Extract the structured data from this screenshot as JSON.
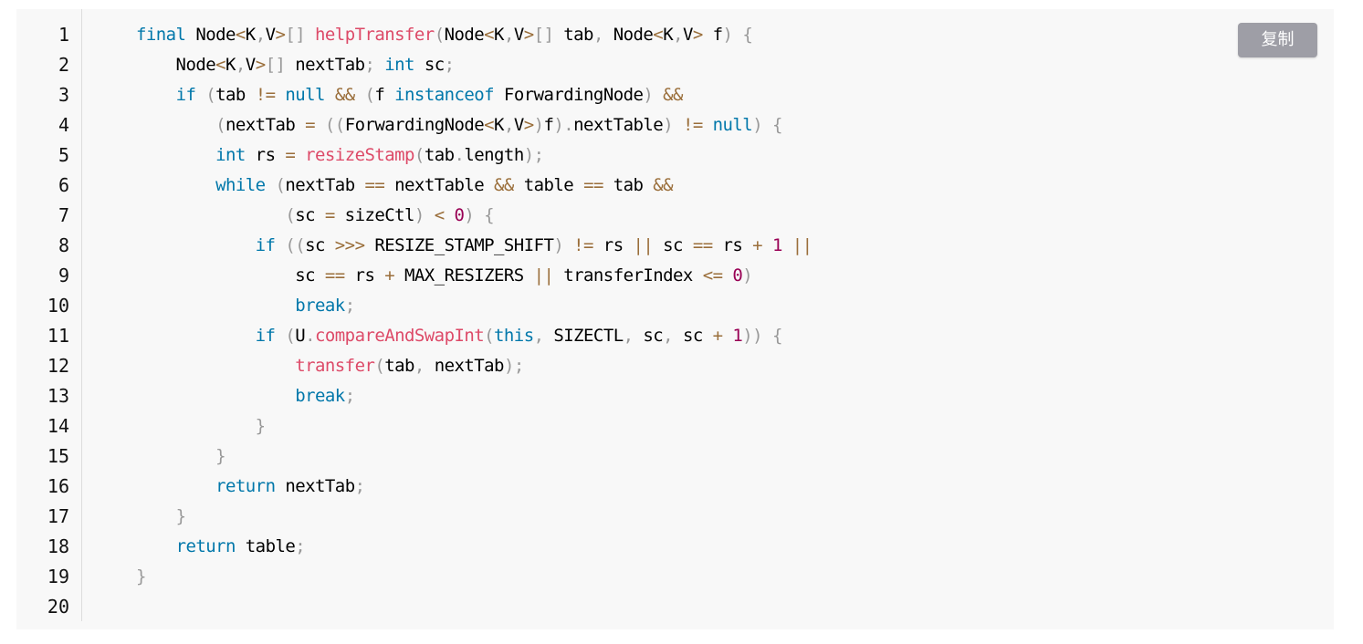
{
  "copy_button": {
    "label": "复制"
  },
  "line_numbers": [
    "1",
    "2",
    "3",
    "4",
    "5",
    "6",
    "7",
    "8",
    "9",
    "10",
    "11",
    "12",
    "13",
    "14",
    "15",
    "16",
    "17",
    "18",
    "19",
    "20"
  ],
  "code_lines": [
    [
      [
        "kw",
        "final"
      ],
      [
        "t",
        " Node"
      ],
      [
        "op",
        "<"
      ],
      [
        "t",
        "K"
      ],
      [
        "pu",
        ","
      ],
      [
        "t",
        "V"
      ],
      [
        "op",
        ">"
      ],
      [
        "pu",
        "[]"
      ],
      [
        "t",
        " "
      ],
      [
        "fn",
        "helpTransfer"
      ],
      [
        "pu",
        "("
      ],
      [
        "t",
        "Node"
      ],
      [
        "op",
        "<"
      ],
      [
        "t",
        "K"
      ],
      [
        "pu",
        ","
      ],
      [
        "t",
        "V"
      ],
      [
        "op",
        ">"
      ],
      [
        "pu",
        "[]"
      ],
      [
        "t",
        " tab"
      ],
      [
        "pu",
        ","
      ],
      [
        "t",
        " Node"
      ],
      [
        "op",
        "<"
      ],
      [
        "t",
        "K"
      ],
      [
        "pu",
        ","
      ],
      [
        "t",
        "V"
      ],
      [
        "op",
        ">"
      ],
      [
        "t",
        " f"
      ],
      [
        "pu",
        ")"
      ],
      [
        "t",
        " "
      ],
      [
        "pu",
        "{"
      ]
    ],
    [
      [
        "t",
        "    Node"
      ],
      [
        "op",
        "<"
      ],
      [
        "t",
        "K"
      ],
      [
        "pu",
        ","
      ],
      [
        "t",
        "V"
      ],
      [
        "op",
        ">"
      ],
      [
        "pu",
        "[]"
      ],
      [
        "t",
        " nextTab"
      ],
      [
        "pu",
        ";"
      ],
      [
        "t",
        " "
      ],
      [
        "kw",
        "int"
      ],
      [
        "t",
        " sc"
      ],
      [
        "pu",
        ";"
      ]
    ],
    [
      [
        "t",
        "    "
      ],
      [
        "kw",
        "if"
      ],
      [
        "t",
        " "
      ],
      [
        "pu",
        "("
      ],
      [
        "t",
        "tab "
      ],
      [
        "op",
        "!="
      ],
      [
        "t",
        " "
      ],
      [
        "kw",
        "null"
      ],
      [
        "t",
        " "
      ],
      [
        "op",
        "&&"
      ],
      [
        "t",
        " "
      ],
      [
        "pu",
        "("
      ],
      [
        "t",
        "f "
      ],
      [
        "kw",
        "instanceof"
      ],
      [
        "t",
        " ForwardingNode"
      ],
      [
        "pu",
        ")"
      ],
      [
        "t",
        " "
      ],
      [
        "op",
        "&&"
      ]
    ],
    [
      [
        "t",
        "        "
      ],
      [
        "pu",
        "("
      ],
      [
        "t",
        "nextTab "
      ],
      [
        "op",
        "="
      ],
      [
        "t",
        " "
      ],
      [
        "pu",
        "(("
      ],
      [
        "t",
        "ForwardingNode"
      ],
      [
        "op",
        "<"
      ],
      [
        "t",
        "K"
      ],
      [
        "pu",
        ","
      ],
      [
        "t",
        "V"
      ],
      [
        "op",
        ">"
      ],
      [
        "pu",
        ")"
      ],
      [
        "t",
        "f"
      ],
      [
        "pu",
        ")"
      ],
      [
        "pu",
        "."
      ],
      [
        "t",
        "nextTable"
      ],
      [
        "pu",
        ")"
      ],
      [
        "t",
        " "
      ],
      [
        "op",
        "!="
      ],
      [
        "t",
        " "
      ],
      [
        "kw",
        "null"
      ],
      [
        "pu",
        ")"
      ],
      [
        "t",
        " "
      ],
      [
        "pu",
        "{"
      ]
    ],
    [
      [
        "t",
        "        "
      ],
      [
        "kw",
        "int"
      ],
      [
        "t",
        " rs "
      ],
      [
        "op",
        "="
      ],
      [
        "t",
        " "
      ],
      [
        "fn",
        "resizeStamp"
      ],
      [
        "pu",
        "("
      ],
      [
        "t",
        "tab"
      ],
      [
        "pu",
        "."
      ],
      [
        "t",
        "length"
      ],
      [
        "pu",
        ")"
      ],
      [
        "pu",
        ";"
      ]
    ],
    [
      [
        "t",
        "        "
      ],
      [
        "kw",
        "while"
      ],
      [
        "t",
        " "
      ],
      [
        "pu",
        "("
      ],
      [
        "t",
        "nextTab "
      ],
      [
        "op",
        "=="
      ],
      [
        "t",
        " nextTable "
      ],
      [
        "op",
        "&&"
      ],
      [
        "t",
        " table "
      ],
      [
        "op",
        "=="
      ],
      [
        "t",
        " tab "
      ],
      [
        "op",
        "&&"
      ]
    ],
    [
      [
        "t",
        "               "
      ],
      [
        "pu",
        "("
      ],
      [
        "t",
        "sc "
      ],
      [
        "op",
        "="
      ],
      [
        "t",
        " sizeCtl"
      ],
      [
        "pu",
        ")"
      ],
      [
        "t",
        " "
      ],
      [
        "op",
        "<"
      ],
      [
        "t",
        " "
      ],
      [
        "nu",
        "0"
      ],
      [
        "pu",
        ")"
      ],
      [
        "t",
        " "
      ],
      [
        "pu",
        "{"
      ]
    ],
    [
      [
        "t",
        "            "
      ],
      [
        "kw",
        "if"
      ],
      [
        "t",
        " "
      ],
      [
        "pu",
        "(("
      ],
      [
        "t",
        "sc "
      ],
      [
        "op",
        ">>>"
      ],
      [
        "t",
        " RESIZE_STAMP_SHIFT"
      ],
      [
        "pu",
        ")"
      ],
      [
        "t",
        " "
      ],
      [
        "op",
        "!="
      ],
      [
        "t",
        " rs "
      ],
      [
        "op",
        "||"
      ],
      [
        "t",
        " sc "
      ],
      [
        "op",
        "=="
      ],
      [
        "t",
        " rs "
      ],
      [
        "op",
        "+"
      ],
      [
        "t",
        " "
      ],
      [
        "nu",
        "1"
      ],
      [
        "t",
        " "
      ],
      [
        "op",
        "||"
      ]
    ],
    [
      [
        "t",
        "                sc "
      ],
      [
        "op",
        "=="
      ],
      [
        "t",
        " rs "
      ],
      [
        "op",
        "+"
      ],
      [
        "t",
        " MAX_RESIZERS "
      ],
      [
        "op",
        "||"
      ],
      [
        "t",
        " transferIndex "
      ],
      [
        "op",
        "<="
      ],
      [
        "t",
        " "
      ],
      [
        "nu",
        "0"
      ],
      [
        "pu",
        ")"
      ]
    ],
    [
      [
        "t",
        "                "
      ],
      [
        "kw",
        "break"
      ],
      [
        "pu",
        ";"
      ]
    ],
    [
      [
        "t",
        "            "
      ],
      [
        "kw",
        "if"
      ],
      [
        "t",
        " "
      ],
      [
        "pu",
        "("
      ],
      [
        "t",
        "U"
      ],
      [
        "pu",
        "."
      ],
      [
        "fn",
        "compareAndSwapInt"
      ],
      [
        "pu",
        "("
      ],
      [
        "kw",
        "this"
      ],
      [
        "pu",
        ","
      ],
      [
        "t",
        " SIZECTL"
      ],
      [
        "pu",
        ","
      ],
      [
        "t",
        " sc"
      ],
      [
        "pu",
        ","
      ],
      [
        "t",
        " sc "
      ],
      [
        "op",
        "+"
      ],
      [
        "t",
        " "
      ],
      [
        "nu",
        "1"
      ],
      [
        "pu",
        "))"
      ],
      [
        "t",
        " "
      ],
      [
        "pu",
        "{"
      ]
    ],
    [
      [
        "t",
        "                "
      ],
      [
        "fn",
        "transfer"
      ],
      [
        "pu",
        "("
      ],
      [
        "t",
        "tab"
      ],
      [
        "pu",
        ","
      ],
      [
        "t",
        " nextTab"
      ],
      [
        "pu",
        ")"
      ],
      [
        "pu",
        ";"
      ]
    ],
    [
      [
        "t",
        "                "
      ],
      [
        "kw",
        "break"
      ],
      [
        "pu",
        ";"
      ]
    ],
    [
      [
        "t",
        "            "
      ],
      [
        "pu",
        "}"
      ]
    ],
    [
      [
        "t",
        "        "
      ],
      [
        "pu",
        "}"
      ]
    ],
    [
      [
        "t",
        "        "
      ],
      [
        "kw",
        "return"
      ],
      [
        "t",
        " nextTab"
      ],
      [
        "pu",
        ";"
      ]
    ],
    [
      [
        "t",
        "    "
      ],
      [
        "pu",
        "}"
      ]
    ],
    [
      [
        "t",
        "    "
      ],
      [
        "kw",
        "return"
      ],
      [
        "t",
        " table"
      ],
      [
        "pu",
        ";"
      ]
    ],
    [
      [
        "pu",
        "}"
      ]
    ],
    [
      [
        "t",
        ""
      ]
    ]
  ]
}
